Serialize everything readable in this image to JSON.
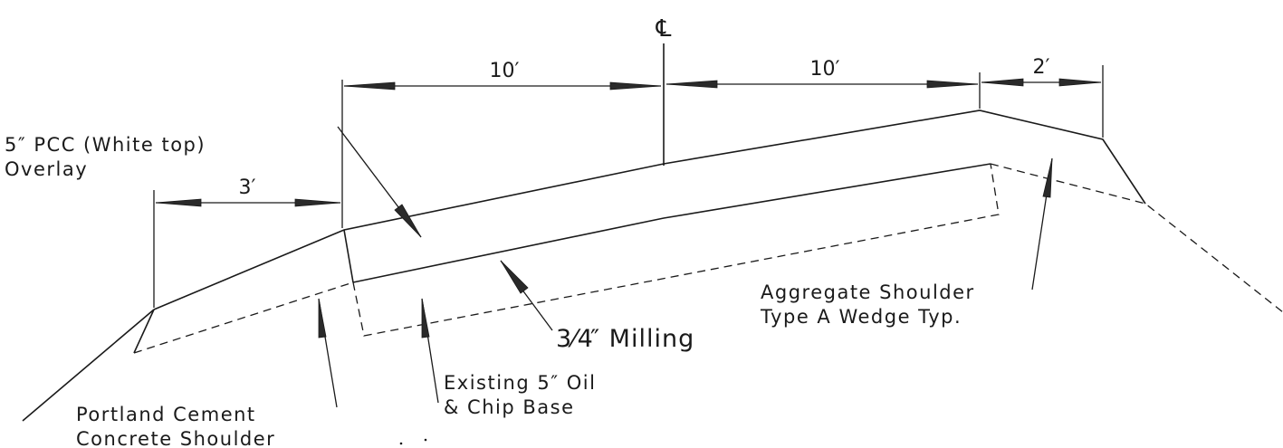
{
  "centerline": {
    "symbol": "℄"
  },
  "dimensions": {
    "lane_left": "10′",
    "lane_right": "10′",
    "shoulder_right": "2′",
    "shoulder_left": "3′"
  },
  "labels": {
    "overlay": [
      "5″ PCC (White top)",
      "Overlay"
    ],
    "milling_fraction": "3⁄4",
    "milling_text": "″ Milling",
    "aggregate_shoulder": [
      "Aggregate Shoulder",
      "Type A Wedge Typ."
    ],
    "existing_base": [
      "Existing 5″ Oil",
      "& Chip Base"
    ],
    "pcc_shoulder": [
      "Portland Cement",
      "Concrete Shoulder"
    ]
  }
}
